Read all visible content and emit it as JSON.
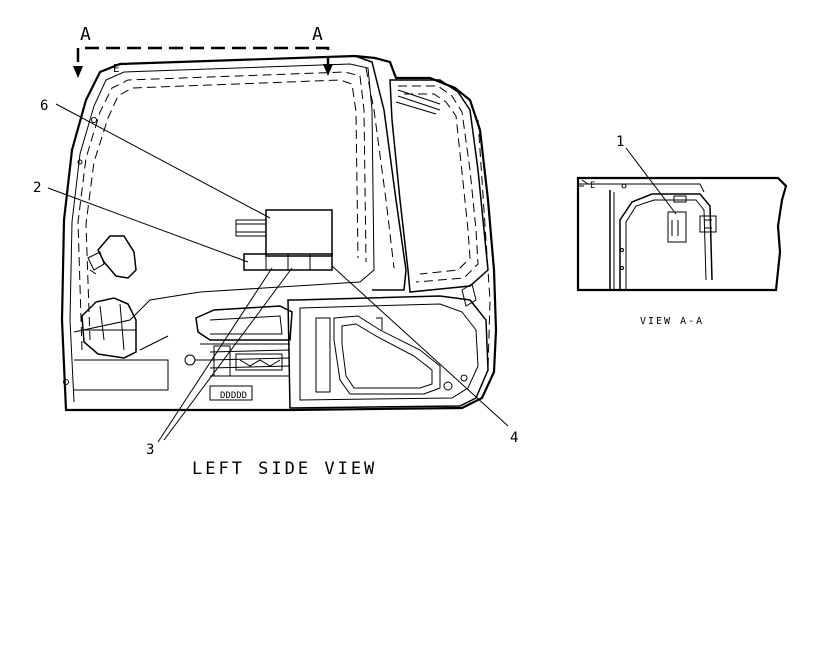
{
  "section_marks": {
    "left": "A",
    "right": "A"
  },
  "callouts": {
    "c1": "1",
    "c2": "2",
    "c3": "3",
    "c4": "4",
    "c6": "6"
  },
  "captions": {
    "left_view": "LEFT SIDE VIEW",
    "view_aa": "VIEW A-A"
  },
  "part_marks": {
    "panel_letters": "DDDDD",
    "tag_e_left": "E",
    "tag_e_right": "E"
  }
}
